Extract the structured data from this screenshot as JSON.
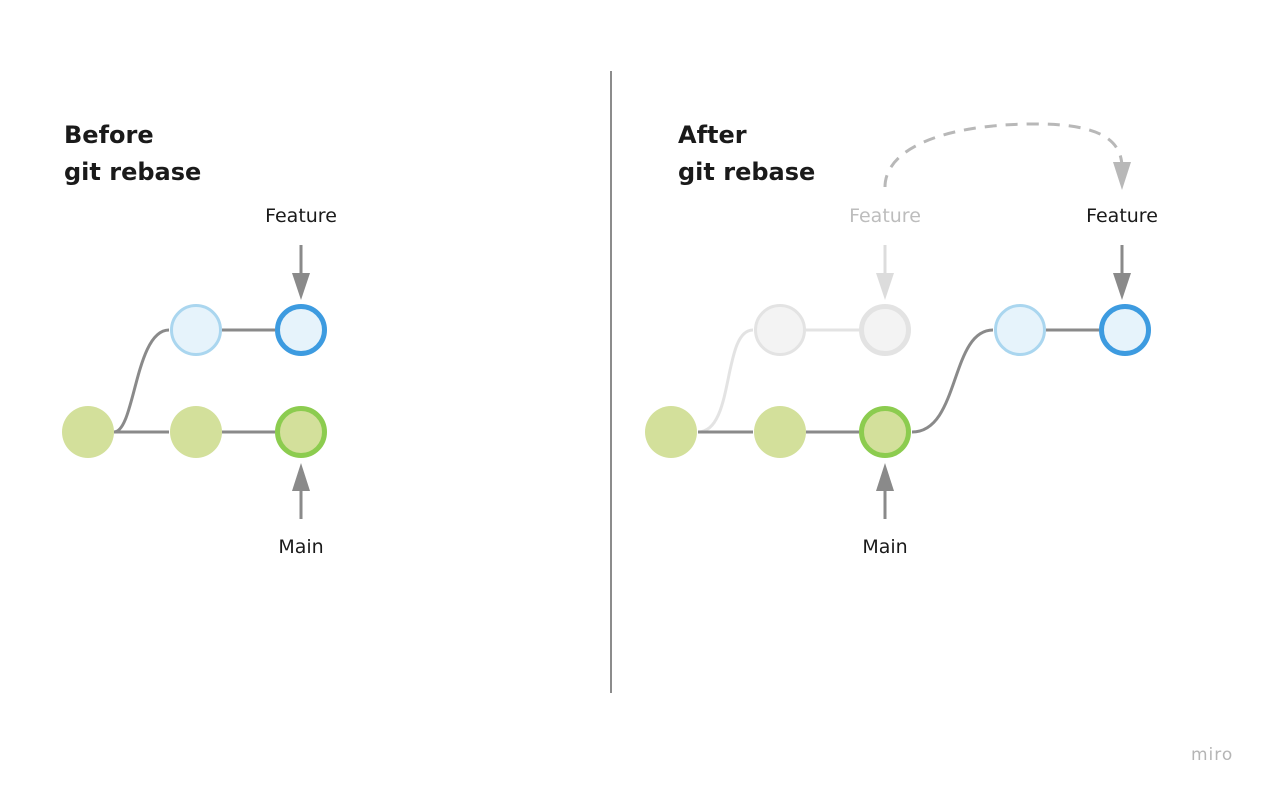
{
  "before": {
    "title_line1": "Before",
    "title_line2": "git rebase",
    "feature_label": "Feature",
    "main_label": "Main"
  },
  "after": {
    "title_line1": "After",
    "title_line2": "git rebase",
    "old_feature_label": "Feature",
    "feature_label": "Feature",
    "main_label": "Main"
  },
  "brand": "miro",
  "colors": {
    "main_commit_fill": "#d3e09b",
    "main_head_stroke": "#8ccc4f",
    "feature_commit_fill": "#e6f3fb",
    "feature_commit_stroke": "#aad6ef",
    "feature_head_stroke": "#3d9be0",
    "ghost_fill": "#f3f3f3",
    "ghost_stroke": "#e3e3e3",
    "line": "#8a8a8a",
    "ghost_line": "#e3e3e3",
    "dashed_arrow": "#b8b8b8"
  }
}
